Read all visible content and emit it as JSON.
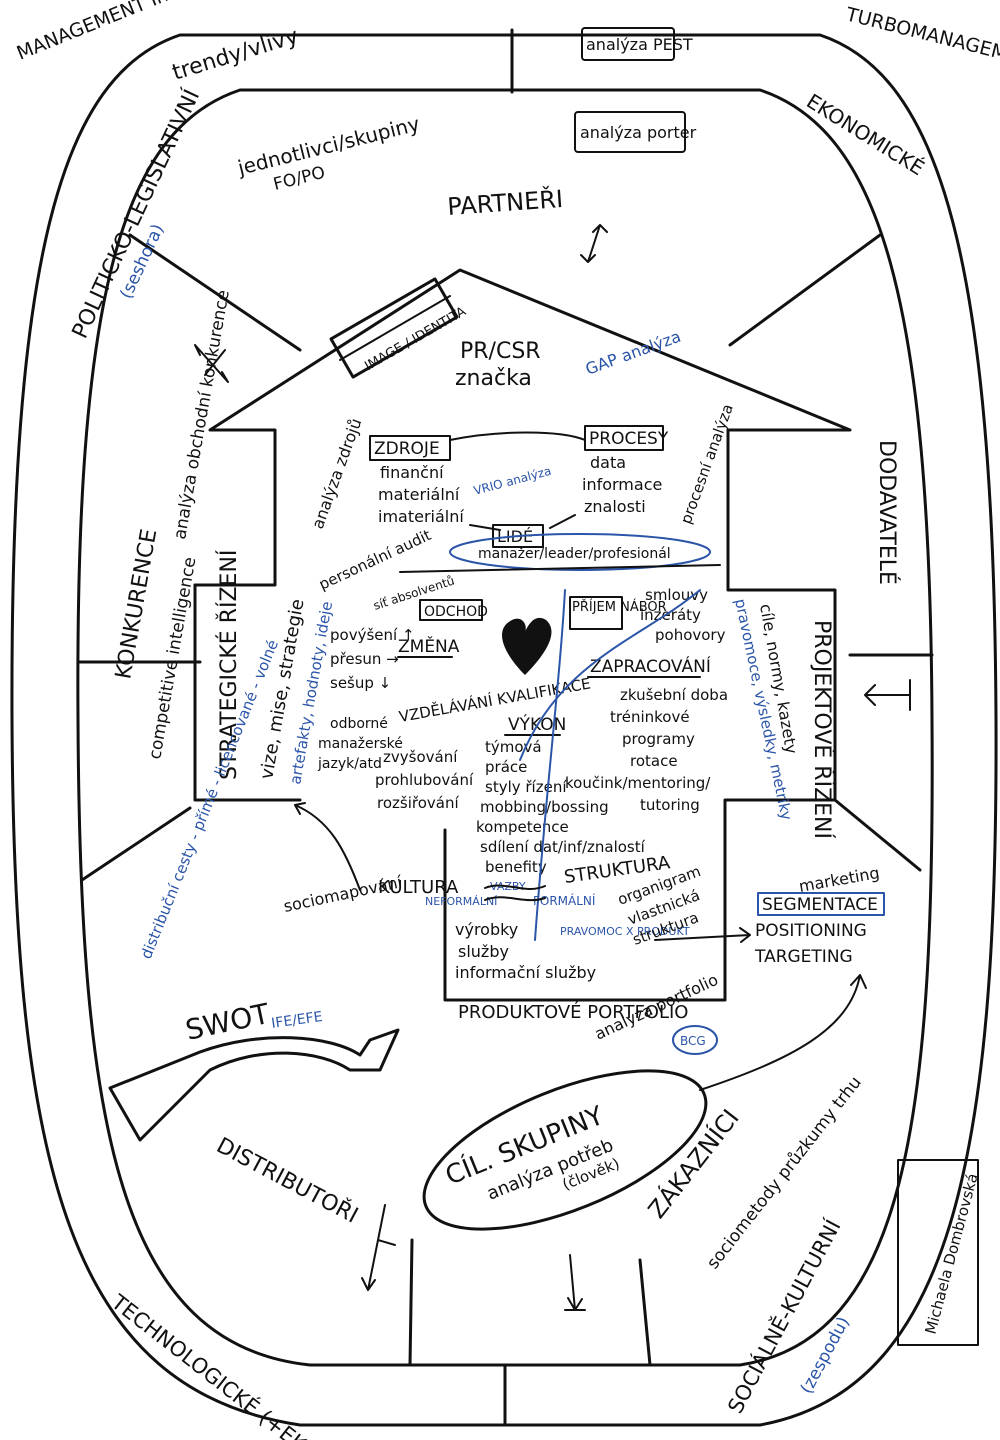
{
  "corners": {
    "management_inbox": "MANAGEMENT InBOX",
    "turbomanagement": "TURBOMANAGEMENT",
    "author": "Michaela Dombrovská"
  },
  "pest": {
    "political": "POLITICKO-LEGISLATIVNÍ",
    "political_note": "(seshora)",
    "economic": "EKONOMICKÉ",
    "technological": "TECHNOLOGICKÉ (+EKO)",
    "social": "SOCIÁLNĚ-KULTURNÍ",
    "social_note": "(zespodu)",
    "trends": "trendy/vlivy",
    "individuals": "jednotlivci/skupiny",
    "fo_po": "FO/PO",
    "pest_analysis": "analýza PEST",
    "porter_analysis": "analýza porter"
  },
  "environment": {
    "partners": "PARTNEŘI",
    "suppliers": "DODAVATELÉ",
    "competition": "KONKURENCE",
    "competitive_intelligence": "competitive intelligence",
    "competition_analysis": "analýza obchodní konkurence",
    "distributors": "DISTRIBUTOŘI",
    "customers": "ZÁKAZNÍCI",
    "sociometry": "sociometody průzkumy trhu"
  },
  "house": {
    "image_identity": "IMAGE / IDENTITA",
    "pr_csr": "PR/CSR",
    "brand": "značka",
    "gap": "GAP analýza",
    "strategic": "STRATEGICKÉ ŘÍZENÍ",
    "project": "PROJEKTOVÉ ŘÍZENÍ",
    "vision": "vize, mise, strategie",
    "vision_blue": "artefakty, hodnoty, ideje",
    "project_goals": "cíle, normy, kazety",
    "project_blue": "pravomoce, výsledky, metriky",
    "resources": "ZDROJE",
    "resources_items": [
      "finanční",
      "materiální",
      "imateriální"
    ],
    "resources_analysis": "analýza zdrojů",
    "vrio": "VRIO analýza",
    "processes": "PROCESY",
    "processes_items": [
      "data",
      "informace",
      "znalosti"
    ],
    "process_analysis": "procesní analýza",
    "people": "LIDÉ",
    "people_sub": "manažer/leader/profesionál",
    "personal_audit": "personální audit",
    "network": "síť absolventů",
    "leaving": "ODCHOD",
    "change": "ZMĚNA",
    "change_items": [
      "povýšení ↑",
      "přesun →",
      "sešup ↓"
    ],
    "training": "VZDĚLÁVÁNÍ KVALIFIKACE",
    "training_left": [
      "odborné",
      "manažerské",
      "jazyk/atd"
    ],
    "training_items": [
      "zvyšování",
      "prohlubování",
      "rozšiřování"
    ],
    "hiring": "PŘÍJEM NÁBOR",
    "hiring_items": [
      "smlouvy",
      "inzeráty",
      "pohovory"
    ],
    "onboarding": "ZAPRACOVÁNÍ",
    "onboarding_items": [
      "zkušební doba",
      "tréninkové",
      "programy",
      "rotace",
      "koučink/mentoring/",
      "tutoring"
    ],
    "performance": "VÝKON",
    "performance_items": [
      "týmová",
      "práce",
      "styly řízení",
      "mobbing/bossing",
      "kompetence",
      "sdílení dat/inf/znalostí",
      "benefity"
    ],
    "culture": "KULTURA",
    "structure": "STRUKTURA",
    "informal": "NEFORMÁLNÍ",
    "formal": "FORMÁLNÍ",
    "links": "VAZBY",
    "structure_items": [
      "organigram",
      "vlastnická",
      "struktura"
    ],
    "authority": "PRAVOMOC X PRODUKT",
    "sociomapping": "sociomapování",
    "products": [
      "výrobky",
      "služby",
      "informační služby"
    ],
    "portfolio": "PRODUKTOVÉ PORTFOLIO",
    "portfolio_analysis": "analýza portfolio",
    "bcg": "BCG"
  },
  "bottom": {
    "swot": "SWOT",
    "ife_efe": "IFE/EFE",
    "distribution": "distribuční cesty - přímé - licencované - volné",
    "marketing": "marketing",
    "segmentation": "SEGMENTACE",
    "positioning": "POSITIONING",
    "targeting": "TARGETING",
    "target_groups": "CÍL. SKUPINY",
    "needs": "analýza potřeb",
    "needs_note": "(člověk)"
  }
}
